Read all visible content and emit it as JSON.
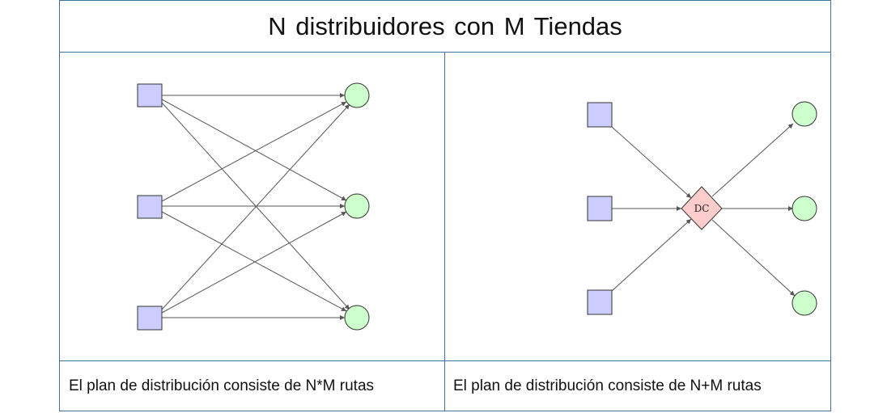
{
  "title": "N distribuidores  con M Tiendas",
  "left_panel": {
    "caption": "El plan de distribución consiste de N*M rutas"
  },
  "right_panel": {
    "caption": "El plan de distribución consiste de N+M rutas",
    "hub_label": "DC"
  },
  "colors": {
    "border": "#41719c",
    "distributor_fill": "#ccccff",
    "store_fill": "#ccffcc",
    "hub_fill": "#ffcccc",
    "edge": "#555555"
  }
}
